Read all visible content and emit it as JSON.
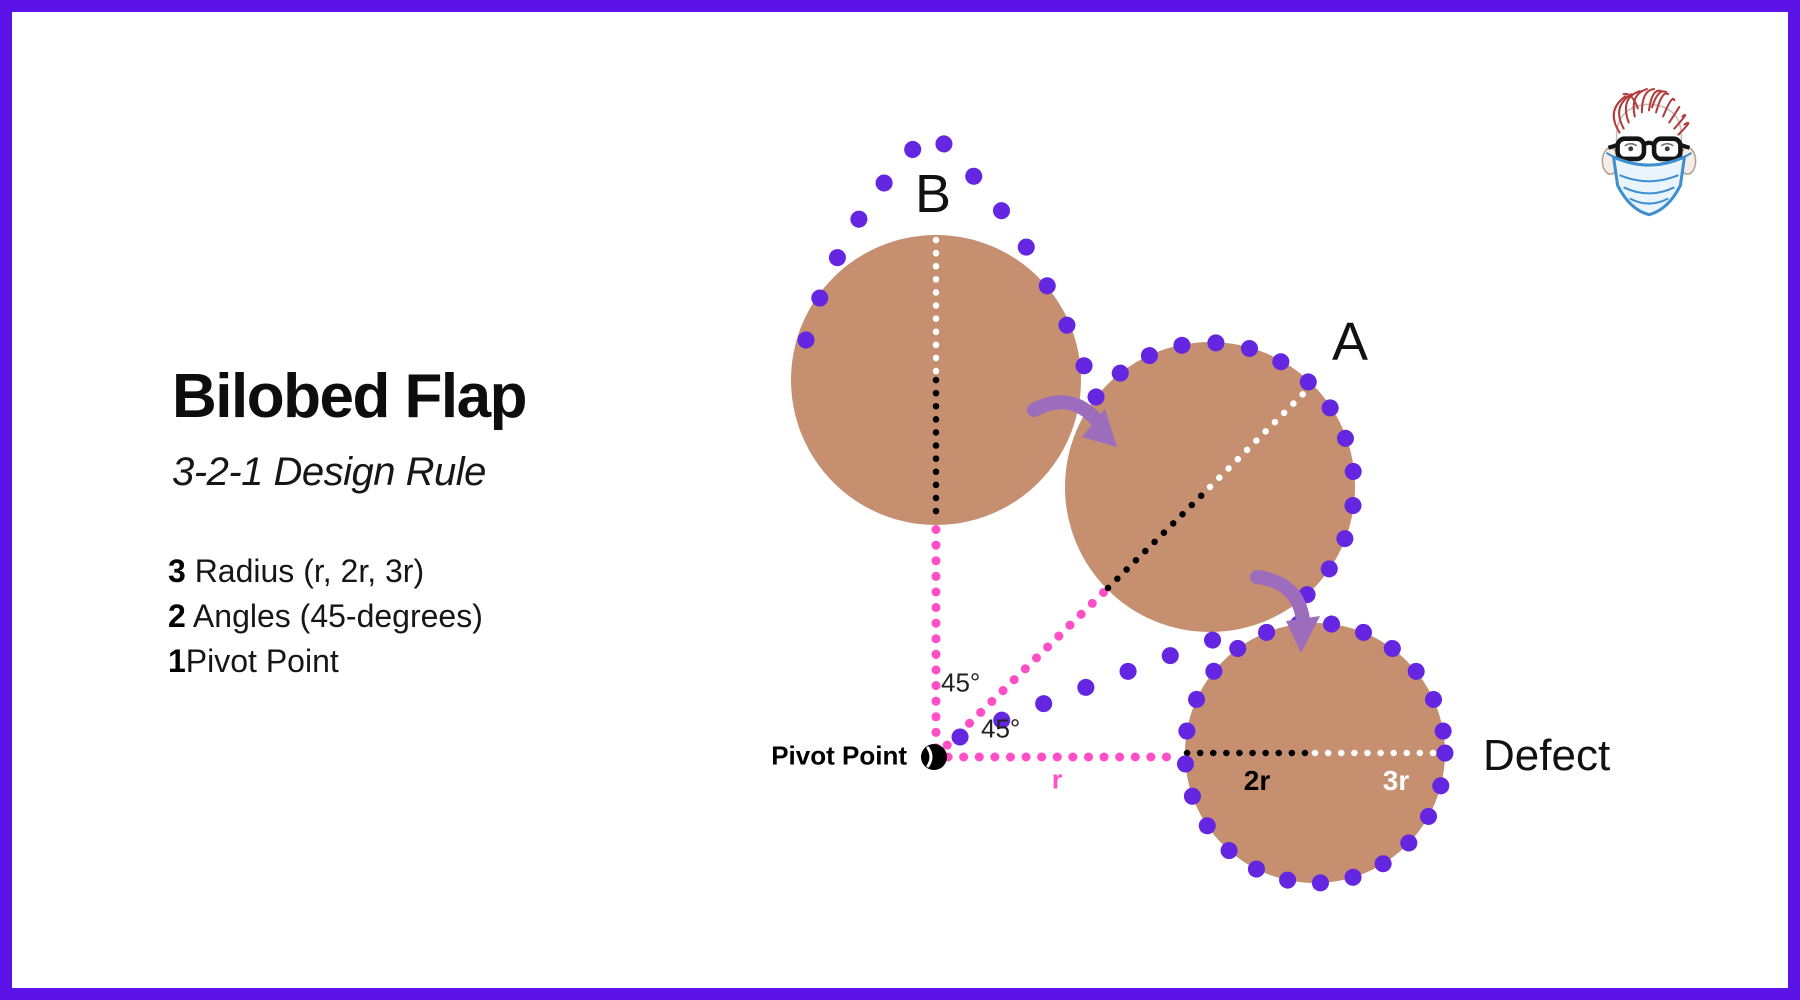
{
  "header": {
    "title": "Bilobed Flap",
    "subtitle": "3-2-1 Design Rule"
  },
  "rules": [
    {
      "num": "3",
      "text": " Radius (r, 2r, 3r)"
    },
    {
      "num": "2",
      "text": " Angles (45-degrees)"
    },
    {
      "num": "1",
      "text": "Pivot Point"
    }
  ],
  "diagram": {
    "labels": {
      "lobe_b": "B",
      "lobe_a": "A",
      "defect": "Defect",
      "pivot": "Pivot Point",
      "angle_upper": "45°",
      "angle_lower": "45°",
      "radius_r": "r",
      "radius_2r": "2r",
      "radius_3r": "3r"
    }
  },
  "icons": {
    "top_right_avatar": "surgeon-face-with-glasses-and-mask-icon"
  },
  "colors": {
    "border": "#5c13e8",
    "flap_fill": "#c58f70",
    "outline_dots": "#6426e0",
    "guide_pink": "#ff4fc7",
    "arrow": "#9c6cbd",
    "text": "#121212",
    "mask_blue": "#3e8fd0",
    "hair_red": "#b23c3c"
  }
}
